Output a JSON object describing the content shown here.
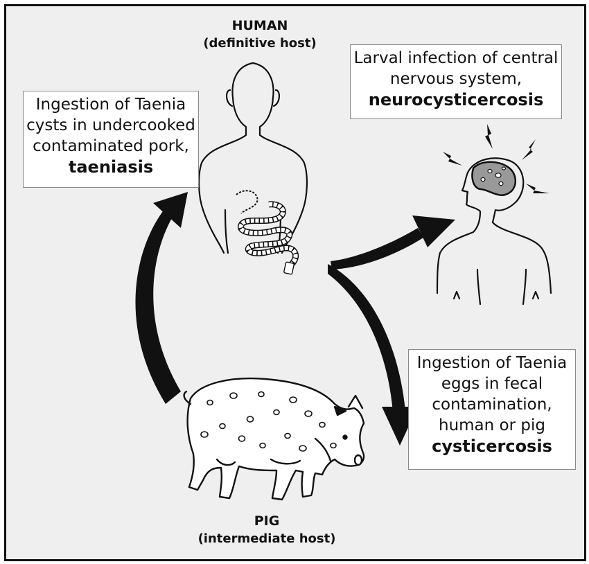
{
  "human_label": {
    "title": "HUMAN",
    "subtitle": "(definitive host)"
  },
  "pig_label": {
    "title": "PIG",
    "subtitle": "(intermediate host)"
  },
  "taeniasis_note": {
    "lines": [
      "Ingestion of Taenia",
      "cysts in undercooked",
      "contaminated pork,"
    ],
    "disease": "taeniasis"
  },
  "neuro_note": {
    "lines": [
      "Larval infection of central",
      "nervous system,"
    ],
    "disease": "neurocysticercosis"
  },
  "cysticercosis_note": {
    "lines": [
      "Ingestion of Taenia",
      "eggs in fecal",
      "contamination,",
      "human or pig"
    ],
    "disease": "cysticercosis"
  },
  "colors": {
    "ink": "#111111",
    "background": "#efefef",
    "box_fill": "#ffffff",
    "brain": "#999999"
  }
}
